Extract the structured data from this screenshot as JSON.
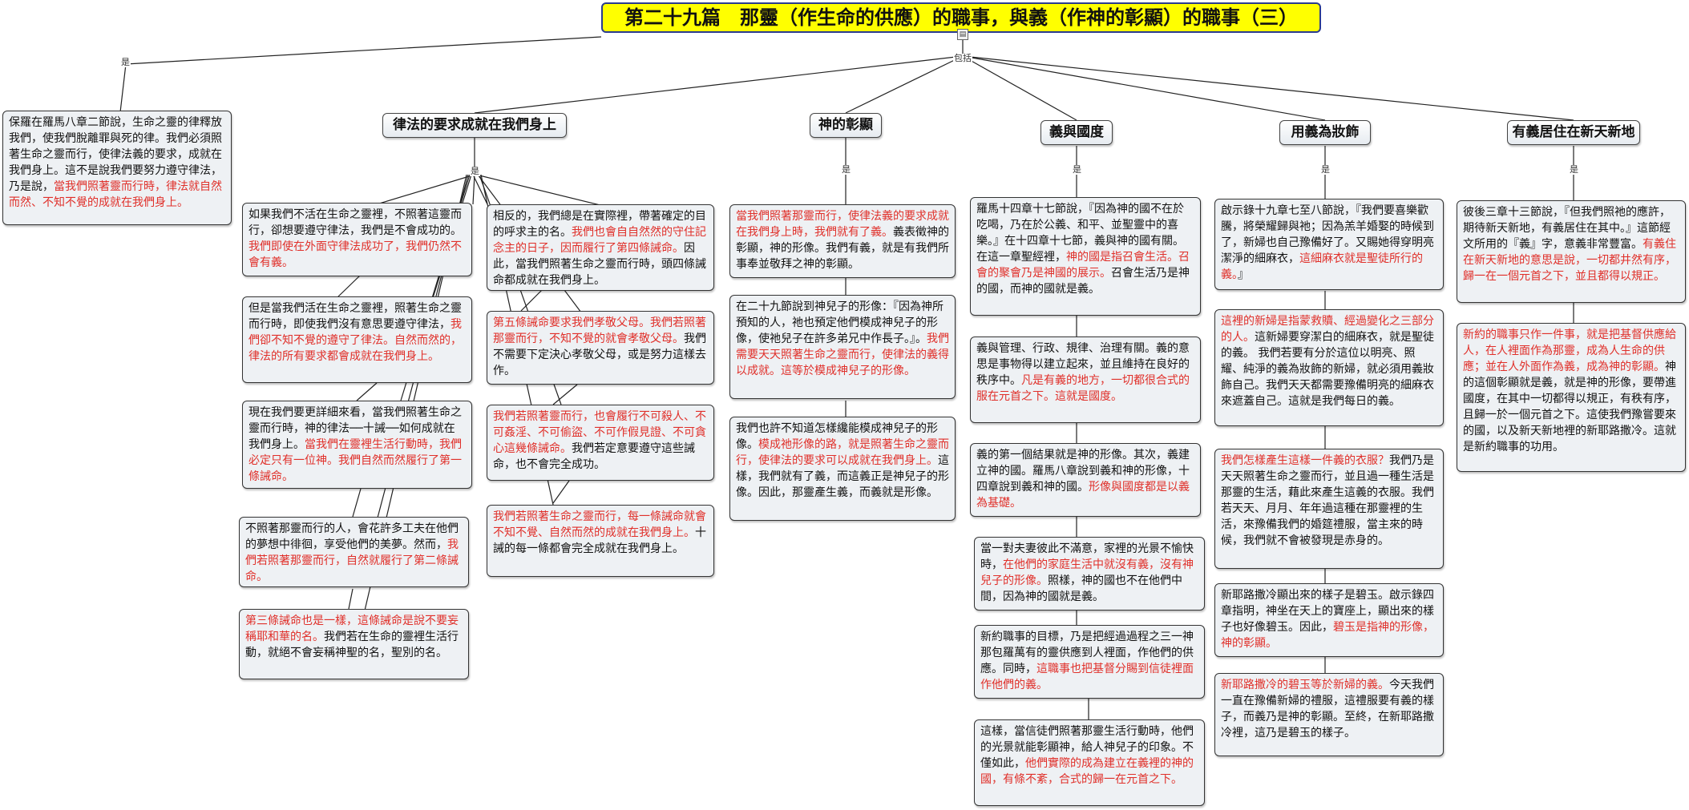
{
  "title": "第二十九篇　那靈（作生命的供應）的職事，與義（作神的彰顯）的職事（三）",
  "title_icon": "document-icon",
  "connector_words": {
    "is": "是",
    "includes": "包括"
  },
  "colors": {
    "title_bg": "#ffff00",
    "highlight_text": "#e0302a",
    "box_bg": "#eef1f4"
  },
  "root_box": [
    {
      "t": "保羅在羅馬八章二節說，生命之靈的律釋放我們，使我們脫離罪與死的律。我們必須照著生命之靈而行，使律法義的要求，成就在我們身上。這不是說我們要努力遵守律法，乃是說，",
      "r": false
    },
    {
      "t": "當我們照著靈而行時，律法就自然而然、不知不覺的成就在我們身上。",
      "r": true
    }
  ],
  "topics": [
    {
      "label": "律法的要求成就在我們身上"
    },
    {
      "label": "神的彰顯"
    },
    {
      "label": "義與國度"
    },
    {
      "label": "用義為妝飾"
    },
    {
      "label": "有義居住在新天新地"
    }
  ],
  "law_left": [
    [
      {
        "t": "如果我們不活在生命之靈裡，不照著這靈而行，卻想要遵守律法，我們是不會成功的。",
        "r": false
      },
      {
        "t": "我們即使在外面守律法成功了，我們仍然不會有義。",
        "r": true
      }
    ],
    [
      {
        "t": "但是當我們活在生命之靈裡，照著生命之靈而行時，即使我們沒有意思要遵守律法，",
        "r": false
      },
      {
        "t": "我們卻不知不覺的遵守了律法。自然而然的，律法的所有要求都會成就在我們身上。",
        "r": true
      }
    ],
    [
      {
        "t": "現在我們要更詳細來看，當我們照著生命之靈而行時，神的律法──十誡──如何成就在我們身上。",
        "r": false
      },
      {
        "t": "當我們在靈裡生活行動時，我們必定只有一位神。我們自然而然履行了第一條誡命。",
        "r": true
      }
    ],
    [
      {
        "t": "不照著那靈而行的人，會花許多工夫在他們的夢想中徘徊，享受他們的美夢。然而，",
        "r": false
      },
      {
        "t": "我們若照著那靈而行，自然就履行了第二條誡命。",
        "r": true
      }
    ],
    [
      {
        "t": "第三條誡命也是一樣，這條誡命是說不要妄稱耶和華的名。",
        "r": true
      },
      {
        "t": "我們若在生命的靈裡生活行動，就絕不會妄稱神聖的名，聖別的名。",
        "r": false
      }
    ]
  ],
  "law_right": [
    [
      {
        "t": "相反的，我們總是在實際裡，帶著確定的目的呼求主的名。",
        "r": false
      },
      {
        "t": "我們也會自自然然的守住記念主的日子，因而履行了第四條誡命。",
        "r": true
      },
      {
        "t": "因此，當我們照著生命之靈而行時，頭四條誡命都成就在我們身上。",
        "r": false
      }
    ],
    [
      {
        "t": "第五條誡命要求我們孝敬父母。我們若照著那靈而行，不知不覺的就會孝敬父母。",
        "r": true
      },
      {
        "t": "我們不需要下定決心孝敬父母，或是努力這樣去作。",
        "r": false
      }
    ],
    [
      {
        "t": "我們若照著靈而行，也會履行不可殺人、不可姦淫、不可偷盜、不可作假見證、不可貪心這幾條誡命。",
        "r": true
      },
      {
        "t": "我們若定意要遵守這些誡命，也不會完全成功。",
        "r": false
      }
    ],
    [
      {
        "t": "我們若照著生命之靈而行，每一條誡命就會不知不覺、自然而然的成就在我們身上。",
        "r": true
      },
      {
        "t": "十誡的每一條都會完全成就在我們身上。",
        "r": false
      }
    ]
  ],
  "expression": [
    [
      {
        "t": "當我們照著那靈而行，使律法義的要求成就在我們身上時，我們就有了義。",
        "r": true
      },
      {
        "t": "義表徵神的彰顯，神的形像。我們有義，就是有我們所事奉並敬拜之神的彰顯。",
        "r": false
      }
    ],
    [
      {
        "t": "在二十九節說到神兒子的形像：『因為神所預知的人，祂也預定他們模成神兒子的形像，使祂兒子在許多弟兄中作長子。』。",
        "r": false
      },
      {
        "t": "我們需要天天照著生命之靈而行，使律法的義得以成就。這等於模成神兒子的形像。",
        "r": true
      }
    ],
    [
      {
        "t": "我們也許不知道怎樣纔能模成神兒子的形像。",
        "r": false
      },
      {
        "t": "模成祂形像的路，就是照著生命之靈而行，使律法的要求可以成就在我們身上。",
        "r": true
      },
      {
        "t": "這樣，我們就有了義，而這義正是神兒子的形像。因此，那靈產生義，而義就是形像。",
        "r": false
      }
    ]
  ],
  "kingdom": [
    [
      {
        "t": "羅馬十四章十七節說，『因為神的國不在於吃喝，乃在於公義、和平、並聖靈中的喜樂。』在十四章十七節，義與神的國有關。在這一章聖經裡，",
        "r": false
      },
      {
        "t": "神的國是指召會生活。召會的聚會乃是神國的展示。",
        "r": true
      },
      {
        "t": "召會生活乃是神的國，而神的國就是義。",
        "r": false
      }
    ],
    [
      {
        "t": "義與管理、行政、規律、治理有關。義的意思是事物得以建立起來，並且維持在良好的秩序中。",
        "r": false
      },
      {
        "t": "凡是有義的地方，一切都很合式的服在元首之下。這就是國度。",
        "r": true
      }
    ],
    [
      {
        "t": "義的第一個結果就是神的形像。其次，義建立神的國。羅馬八章說到義和神的形像，十四章說到義和神的國。",
        "r": false
      },
      {
        "t": "形像與國度都是以義為基礎。",
        "r": true
      }
    ],
    [
      {
        "t": "當一對夫妻彼此不滿意，家裡的光景不愉快時，",
        "r": false
      },
      {
        "t": "在他們的家庭生活中就沒有義，沒有神兒子的形像。",
        "r": true
      },
      {
        "t": "照樣，神的國也不在他們中間，因為神的國就是義。",
        "r": false
      }
    ],
    [
      {
        "t": "新約職事的目標，乃是把經過過程之三一神那包羅萬有的靈供應到人裡面，作他們的供應。同時，",
        "r": false
      },
      {
        "t": "這職事也把基督分賜到信徒裡面作他們的義。",
        "r": true
      }
    ],
    [
      {
        "t": "這樣，當信徒們照著那靈生活行動時，他們的光景就能彰顯神，給人神兒子的印象。不僅如此，",
        "r": false
      },
      {
        "t": "他們實際的成為建立在義裡的神的國，有條不紊，合式的歸一在元首之下。",
        "r": true
      }
    ]
  ],
  "adorn": [
    [
      {
        "t": "啟示錄十九章七至八節說，『我們要喜樂歡騰，將榮耀歸與祂；因為羔羊婚娶的時候到了，新婦也自己豫備好了。又賜她得穿明亮潔淨的細麻衣，",
        "r": false
      },
      {
        "t": "這細麻衣就是聖徒所行的義。",
        "r": true
      },
      {
        "t": "』",
        "r": false
      }
    ],
    [
      {
        "t": "這裡的新婦是指蒙救贖、經過變化之三部分的人。",
        "r": true
      },
      {
        "t": "這新婦要穿潔白的細麻衣，就是聖徒的義。 我們若要有分於這位以明亮、照耀、純淨的義為妝飾的新婦，就必須用義妝飾自己。我們天天都需要豫備明亮的細麻衣來遮蓋自己。這就是我們每日的義。",
        "r": false
      }
    ],
    [
      {
        "t": "我們怎樣產生這樣一件義的衣服？",
        "r": true
      },
      {
        "t": "我們乃是天天照著生命之靈而行，並且過一種生活是那靈的生活，藉此來產生這義的衣服。我們若天天、月月、年年過這種在那靈裡的生活，來豫備我們的婚筵禮服，當主來的時候，我們就不會被發現是赤身的。",
        "r": false
      }
    ],
    [
      {
        "t": "新耶路撒冷顯出來的樣子是碧玉。啟示錄四章指明，神坐在天上的寶座上，顯出來的樣子也好像碧玉。因此，",
        "r": false
      },
      {
        "t": "碧玉是指神的形像，神的彰顯。",
        "r": true
      }
    ],
    [
      {
        "t": "新耶路撒冷的碧玉等於新婦的義。",
        "r": true
      },
      {
        "t": "今天我們一直在豫備新婦的禮服，這禮服要有義的樣子，而義乃是神的彰顯。至終，在新耶路撒冷裡，這乃是碧玉的樣子。",
        "r": false
      }
    ]
  ],
  "newheaven": [
    [
      {
        "t": "彼後三章十三節說，『但我們照祂的應許，期待新天新地，有義居住在其中。』這節經文所用的『義』字，意義非常豐富。",
        "r": false
      },
      {
        "t": "有義住在新天新地的意思是說，一切都井然有序，歸一在一個元首之下，並且都得以規正。",
        "r": true
      }
    ],
    [
      {
        "t": "新約的職事只作一件事，就是把基督供應給人，在人裡面作為那靈，成為人生命的供應；並在人外面作為義，成為神的彰顯。",
        "r": true
      },
      {
        "t": "神的這個彰顯就是義，就是神的形像，要帶進國度，在其中一切都得以規正，有秩有序，且歸一於一個元首之下。這使我們豫嘗要來的國，以及新天新地裡的新耶路撒冷。這就是新約職事的功用。",
        "r": false
      }
    ]
  ]
}
